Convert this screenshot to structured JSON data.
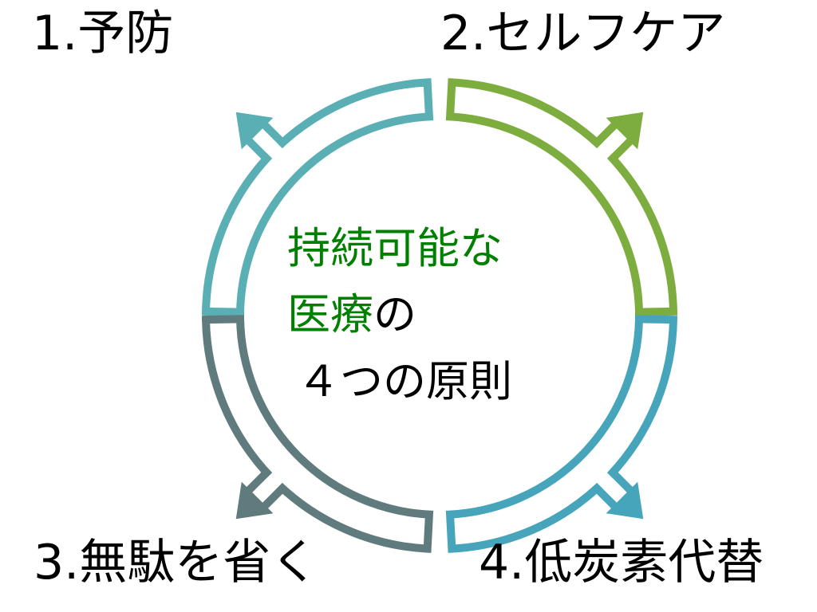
{
  "principles": [
    {
      "label": "1.予防",
      "color": "#5aafb4"
    },
    {
      "label": "2.セルフケア",
      "color": "#7cad3e"
    },
    {
      "label": "3.無駄を省く",
      "color": "#607b7d"
    },
    {
      "label": "4.低炭素代替",
      "color": "#46a5bb"
    }
  ],
  "center": {
    "line1": "持続可能な",
    "line2_green": "医療",
    "line2_black": "の",
    "line3": "４つの原則",
    "green": "#008000"
  }
}
